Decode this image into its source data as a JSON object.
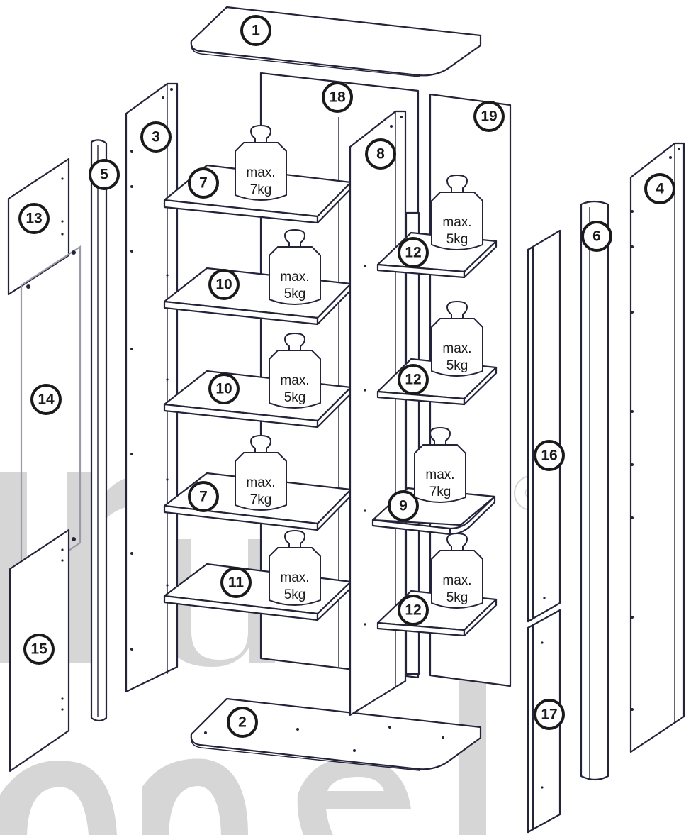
{
  "parts": [
    "1",
    "2",
    "3",
    "4",
    "5",
    "6",
    "7",
    "8",
    "9",
    "10",
    "11",
    "12",
    "13",
    "14",
    "15",
    "16",
    "17",
    "18",
    "19"
  ],
  "weights": {
    "max_label": "max.",
    "kg7": "7kg",
    "kg5": "5kg"
  },
  "watermark": {
    "registered_mark": "®"
  },
  "colors": {
    "line": "#23233a",
    "badge": "#1a1a1a",
    "watermark": "#d6d6d6",
    "glass": "#9a9aa8"
  }
}
